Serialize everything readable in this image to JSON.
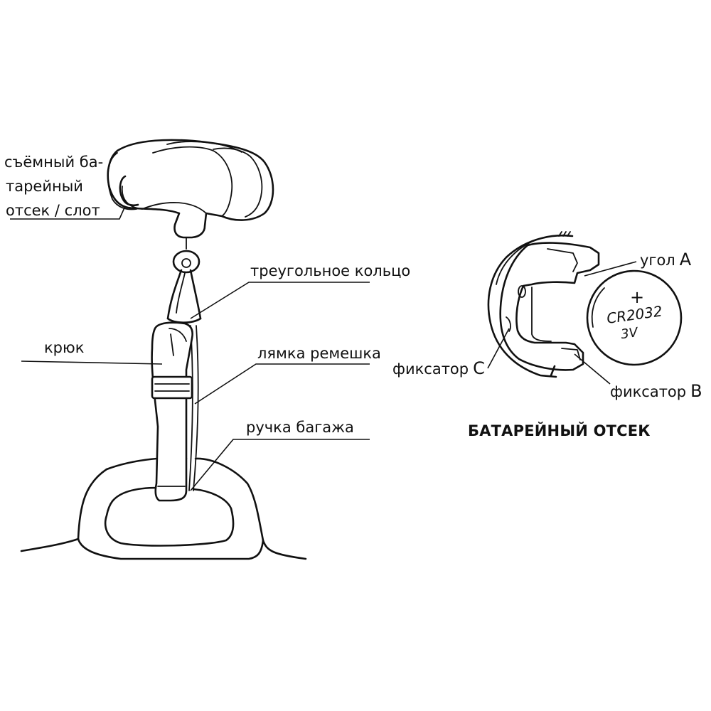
{
  "labels": {
    "battery_slot_line1": "съёмный ба-",
    "battery_slot_line2": "тарейный",
    "battery_slot_line3": "отсек / слот",
    "triangle_ring": "треугольное кольцо",
    "hook": "крюк",
    "strap": "лямка ремешка",
    "luggage_handle": "ручка багажа",
    "corner_a_text": "угол",
    "corner_a_letter": "A",
    "latch_c_text": "фиксатор",
    "latch_c_letter": "C",
    "latch_b_text": "фиксатор",
    "latch_b_letter": "B",
    "battery_compartment_title": "БАТАРЕЙНЫЙ ОТСЕК"
  },
  "battery": {
    "plus": "+",
    "model": "CR2032",
    "voltage": "3V"
  }
}
